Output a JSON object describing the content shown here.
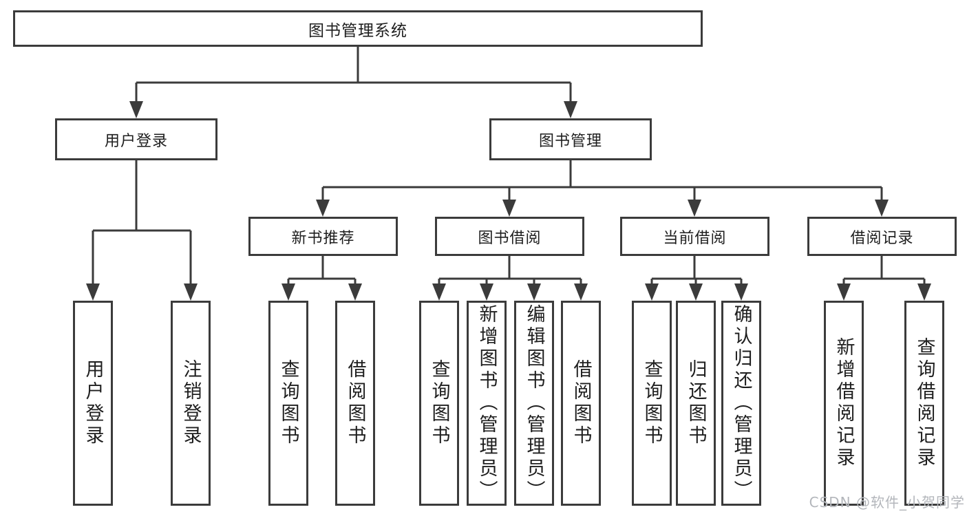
{
  "diagram": {
    "type": "hierarchy-tree",
    "root": {
      "label": "图书管理系统"
    },
    "level2": [
      {
        "label": "用户登录"
      },
      {
        "label": "图书管理"
      }
    ],
    "level3": [
      {
        "label": "新书推荐",
        "parent": "图书管理"
      },
      {
        "label": "图书借阅",
        "parent": "图书管理"
      },
      {
        "label": "当前借阅",
        "parent": "图书管理"
      },
      {
        "label": "借阅记录",
        "parent": "图书管理"
      }
    ],
    "leaves": [
      {
        "label": "用户登录",
        "parent": "用户登录"
      },
      {
        "label": "注销登录",
        "parent": "用户登录"
      },
      {
        "label": "查询图书",
        "parent": "新书推荐"
      },
      {
        "label": "借阅图书",
        "parent": "新书推荐"
      },
      {
        "label": "查询图书",
        "parent": "图书借阅"
      },
      {
        "label": "新增图书（管理员）",
        "parent": "图书借阅"
      },
      {
        "label": "编辑图书（管理员）",
        "parent": "图书借阅"
      },
      {
        "label": "借阅图书",
        "parent": "图书借阅"
      },
      {
        "label": "查询图书",
        "parent": "当前借阅"
      },
      {
        "label": "归还图书",
        "parent": "当前借阅"
      },
      {
        "label": "确认归还（管理员）",
        "parent": "当前借阅"
      },
      {
        "label": "新增借阅记录",
        "parent": "借阅记录"
      },
      {
        "label": "查询借阅记录",
        "parent": "借阅记录"
      }
    ],
    "watermark": {
      "text": "CSDN @软件_小贺同学"
    },
    "colors": {
      "line": "#3b3b3b",
      "border": "#3b3b3b",
      "text": "#1e1e1e",
      "background": "#ffffff",
      "watermark": "#b3b6bb"
    }
  }
}
